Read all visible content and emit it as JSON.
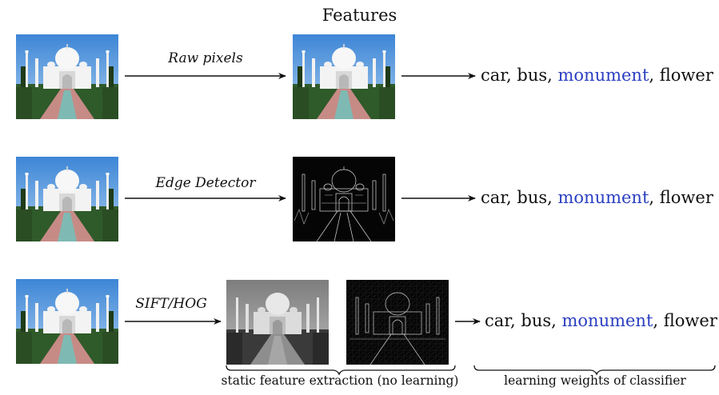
{
  "title": "Features",
  "rows": [
    {
      "method_label": "Raw pixels",
      "input_image": "taj-mahal-photo",
      "feature_image": "taj-mahal-photo",
      "classes": [
        "car",
        "bus",
        "monument",
        "flower"
      ]
    },
    {
      "method_label": "Edge Detector",
      "input_image": "taj-mahal-photo",
      "feature_image": "taj-mahal-edge-map",
      "classes": [
        "car",
        "bus",
        "monument",
        "flower"
      ]
    },
    {
      "method_label": "SIFT/HOG",
      "input_image": "taj-mahal-photo",
      "feature_images": [
        "taj-mahal-grayscale",
        "taj-mahal-hog-map"
      ],
      "classes": [
        "car",
        "bus",
        "monument",
        "flower"
      ]
    }
  ],
  "highlighted_class": "monument",
  "highlight_color": "#2b3fc1",
  "separator": ", ",
  "captions": {
    "static": "static feature extraction (no learning)",
    "learning": "learning weights of classifier"
  }
}
